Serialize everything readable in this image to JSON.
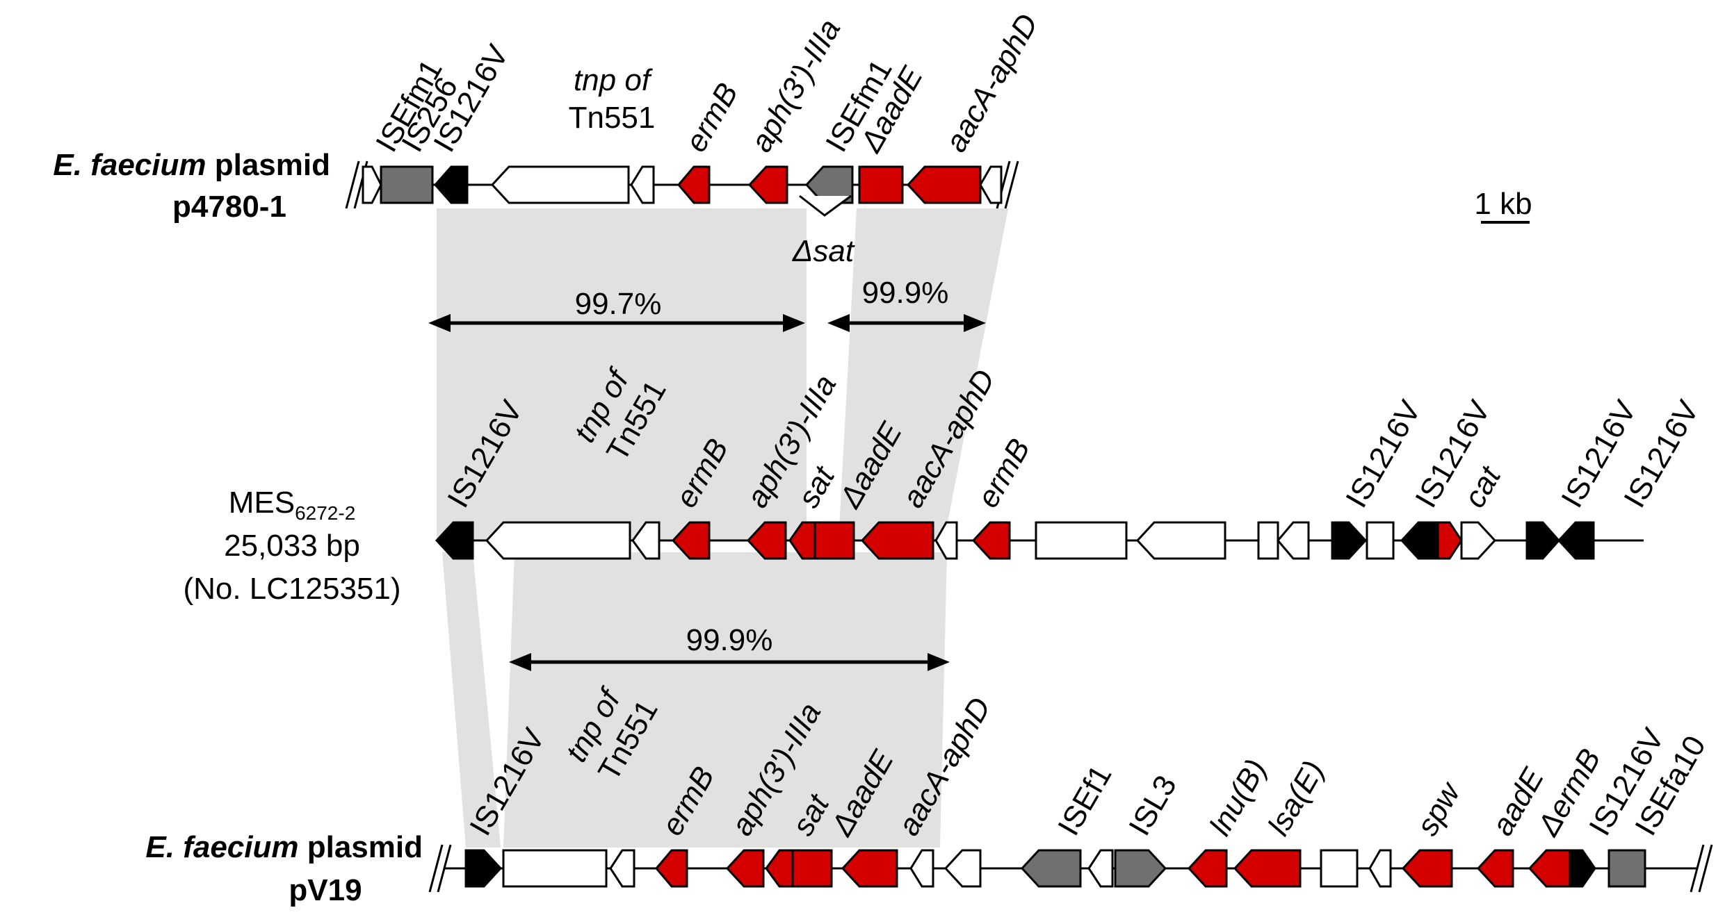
{
  "colors": {
    "resistance": "#d40000",
    "insertion": "#000000",
    "is_other": "#707070",
    "other": "#ffffff",
    "homology": "#e1e1e1"
  },
  "scale_bar": {
    "label": "1 kb"
  },
  "tracks": [
    {
      "id": "p4780",
      "title_italic": "E. faecium",
      "title_rest": " plasmid",
      "subtitle": "p4780-1",
      "genes": [
        {
          "label": "ISEfm1",
          "type": "other",
          "dir": "right"
        },
        {
          "label": "IS256",
          "type": "is_other",
          "dir": "none"
        },
        {
          "label": "IS1216V",
          "type": "insertion",
          "dir": "left"
        },
        {
          "label": "tnp of Tn551",
          "type": "other",
          "dir": "left"
        },
        {
          "label": "",
          "type": "other",
          "dir": "left"
        },
        {
          "label": "ermB",
          "type": "resistance",
          "dir": "left"
        },
        {
          "label": "aph(3')-IIIa",
          "type": "resistance",
          "dir": "left"
        },
        {
          "label": "ISEfm1",
          "type": "is_other",
          "dir": "left"
        },
        {
          "label": "ΔaadE",
          "type": "resistance",
          "dir": "none"
        },
        {
          "label": "aacA-aphD",
          "type": "resistance",
          "dir": "left"
        },
        {
          "label": "",
          "type": "other",
          "dir": "left"
        }
      ],
      "annotation": "Δsat"
    },
    {
      "id": "mes",
      "name_main": "MES",
      "name_sub": "6272-2",
      "size": "25,033 bp",
      "accession": "(No. LC125351)",
      "genes": [
        {
          "label": "IS1216V",
          "type": "insertion",
          "dir": "left"
        },
        {
          "label": "tnp of Tn551",
          "type": "other",
          "dir": "left"
        },
        {
          "label": "",
          "type": "other",
          "dir": "left"
        },
        {
          "label": "ermB",
          "type": "resistance",
          "dir": "left"
        },
        {
          "label": "aph(3')-IIIa",
          "type": "resistance",
          "dir": "left"
        },
        {
          "label": "sat",
          "type": "resistance",
          "dir": "left"
        },
        {
          "label": "ΔaadE",
          "type": "resistance",
          "dir": "none"
        },
        {
          "label": "aacA-aphD",
          "type": "resistance",
          "dir": "left"
        },
        {
          "label": "",
          "type": "other",
          "dir": "left"
        },
        {
          "label": "ermB",
          "type": "resistance",
          "dir": "left"
        },
        {
          "label": "",
          "type": "other",
          "dir": "none"
        },
        {
          "label": "",
          "type": "other",
          "dir": "left"
        },
        {
          "label": "",
          "type": "other",
          "dir": "none"
        },
        {
          "label": "",
          "type": "other",
          "dir": "left"
        },
        {
          "label": "IS1216V",
          "type": "insertion",
          "dir": "right"
        },
        {
          "label": "",
          "type": "other",
          "dir": "none"
        },
        {
          "label": "IS1216V",
          "type": "insertion",
          "dir": "left"
        },
        {
          "label": "cat",
          "type": "resistance",
          "dir": "right"
        },
        {
          "label": "",
          "type": "other",
          "dir": "right"
        },
        {
          "label": "IS1216V",
          "type": "insertion",
          "dir": "right"
        },
        {
          "label": "IS1216V",
          "type": "insertion",
          "dir": "left"
        }
      ]
    },
    {
      "id": "pv19",
      "title_italic": "E. faecium",
      "title_rest": " plasmid",
      "subtitle": "pV19",
      "genes": [
        {
          "label": "IS1216V",
          "type": "insertion",
          "dir": "right"
        },
        {
          "label": "tnp of Tn551",
          "type": "other",
          "dir": "none"
        },
        {
          "label": "",
          "type": "other",
          "dir": "left"
        },
        {
          "label": "ermB",
          "type": "resistance",
          "dir": "left"
        },
        {
          "label": "aph(3')-IIIa",
          "type": "resistance",
          "dir": "left"
        },
        {
          "label": "sat",
          "type": "resistance",
          "dir": "left"
        },
        {
          "label": "ΔaadE",
          "type": "resistance",
          "dir": "none"
        },
        {
          "label": "aacA-aphD",
          "type": "resistance",
          "dir": "left"
        },
        {
          "label": "",
          "type": "other",
          "dir": "left"
        },
        {
          "label": "",
          "type": "other",
          "dir": "left"
        },
        {
          "label": "ISEf1",
          "type": "is_other",
          "dir": "left"
        },
        {
          "label": "",
          "type": "other",
          "dir": "left"
        },
        {
          "label": "ISL3",
          "type": "is_other",
          "dir": "right"
        },
        {
          "label": "lnu(B)",
          "type": "resistance",
          "dir": "left"
        },
        {
          "label": "lsa(E)",
          "type": "resistance",
          "dir": "left"
        },
        {
          "label": "",
          "type": "other",
          "dir": "none"
        },
        {
          "label": "",
          "type": "other",
          "dir": "left"
        },
        {
          "label": "spw",
          "type": "resistance",
          "dir": "left"
        },
        {
          "label": "aadE",
          "type": "resistance",
          "dir": "left"
        },
        {
          "label": "ΔermB",
          "type": "resistance",
          "dir": "left"
        },
        {
          "label": "IS1216V",
          "type": "insertion",
          "dir": "right"
        },
        {
          "label": "ISEfa10",
          "type": "is_other",
          "dir": "none"
        }
      ]
    }
  ],
  "identities": [
    {
      "label": "99.7%"
    },
    {
      "label": "99.9%"
    },
    {
      "label": "99.9%"
    }
  ]
}
